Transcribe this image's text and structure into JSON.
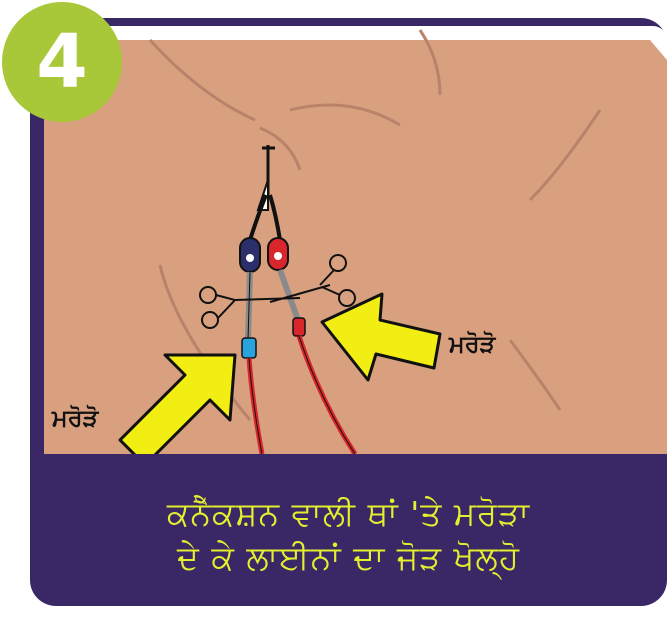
{
  "step": {
    "number": "4"
  },
  "labels": {
    "left": "ਮਰੋੜੋ",
    "right": "ਮਰੋੜੋ"
  },
  "caption": {
    "line1": "ਕਨੈੱਕਸ਼ਨ ਵਾਲੀ ਥਾਂ 'ਤੇ ਮਰੋੜਾ",
    "line2": "ਦੇ ਕੇ ਲਾਈਨਾਂ ਦਾ ਜੋੜ ਖੋਲ੍ਹੋ"
  },
  "colors": {
    "frame": "#3a2766",
    "skin": "#d9a07f",
    "badge": "#a8c83a",
    "arrow": "#f2ee14",
    "caption_text": "#e3ef2f",
    "red_line": "#d8262c",
    "blue_hub": "#29a3dd"
  }
}
